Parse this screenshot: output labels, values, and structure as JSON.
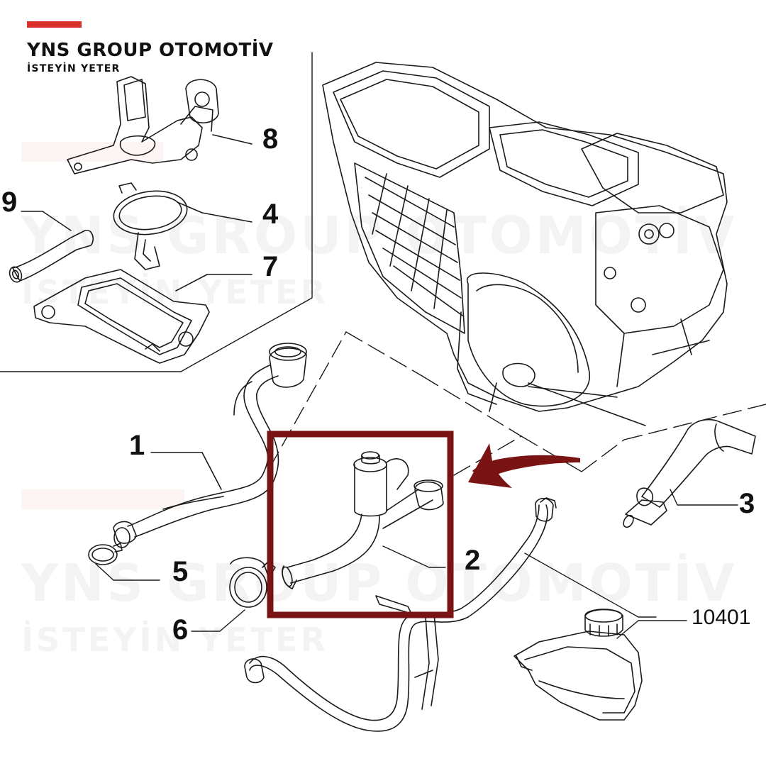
{
  "brand": {
    "name": "YNS GROUP OTOMOTİV",
    "tagline": "İSTEYİN YETER",
    "accent_color": "#d9302c"
  },
  "watermark": {
    "name": "YNS GROUP OTOMOTİV",
    "tagline": "İSTEYİN YETER"
  },
  "callouts": {
    "c1": "1",
    "c2": "2",
    "c3": "3",
    "c4": "4",
    "c5": "5",
    "c6": "6",
    "c7": "7",
    "c8": "8",
    "c9": "9",
    "ref": "10401"
  },
  "highlight": {
    "part": "2",
    "color": "#7a1414"
  }
}
